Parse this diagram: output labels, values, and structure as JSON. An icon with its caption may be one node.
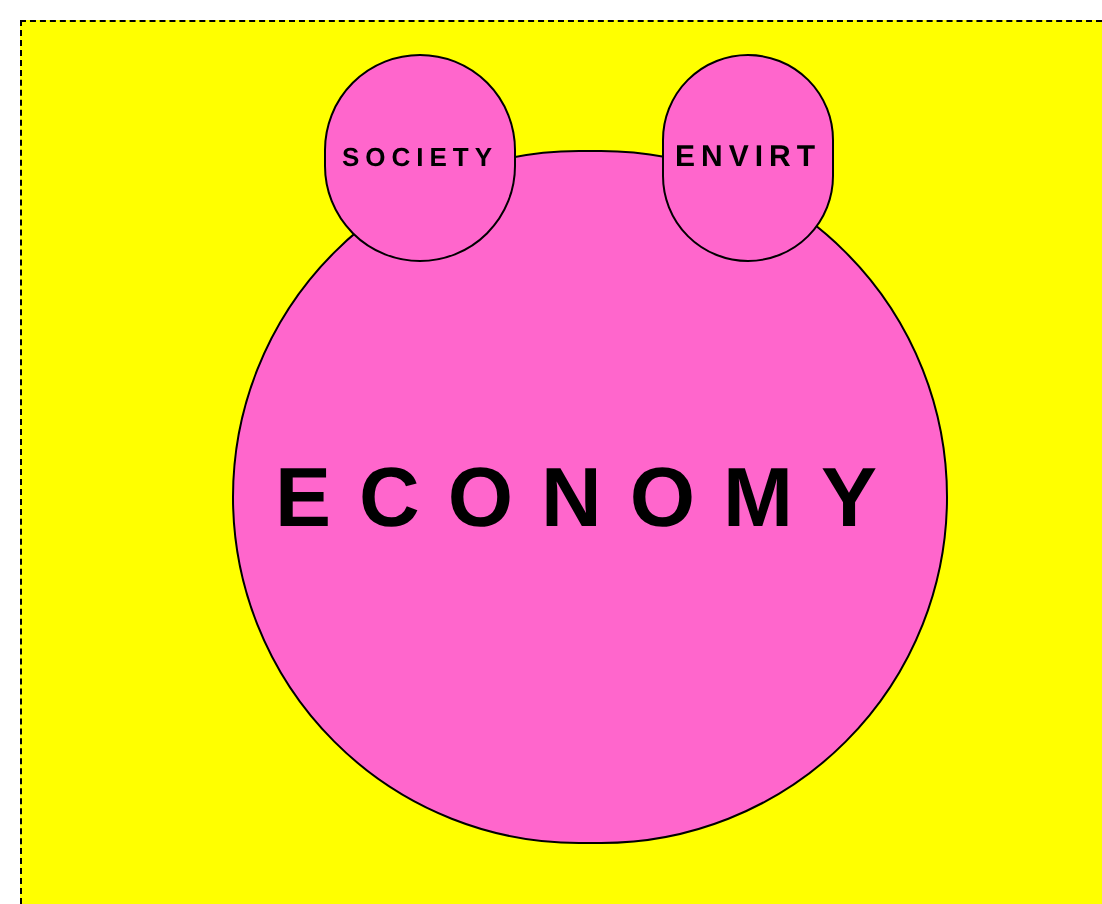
{
  "diagram": {
    "nodes": [
      {
        "text": [
          "SOCIETY"
        ]
      },
      {
        "text": [
          "ENVIRT"
        ]
      },
      {
        "text": [
          "ECONOMY"
        ]
      }
    ]
  }
}
